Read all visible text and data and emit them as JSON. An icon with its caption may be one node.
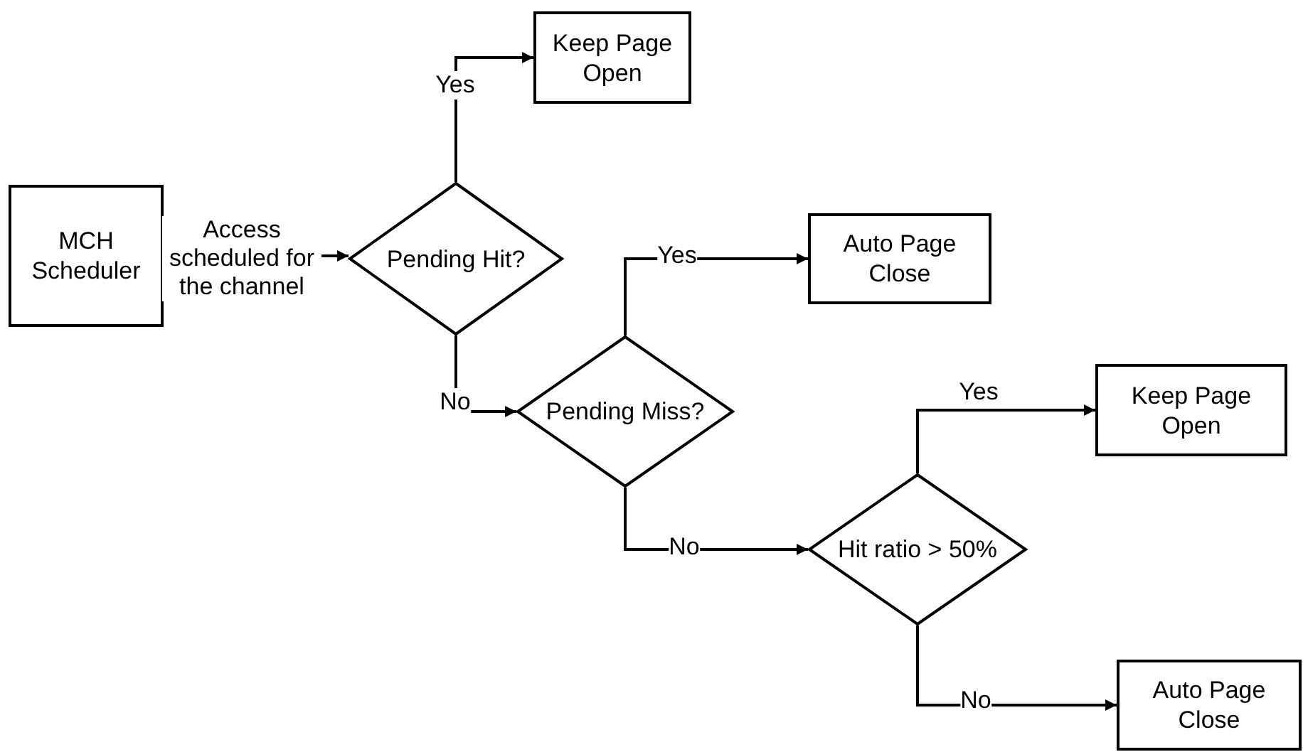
{
  "diagram": {
    "nodes": [
      {
        "text": [
          "MCH Scheduler"
        ]
      },
      {
        "text": [
          "Pending Hit?"
        ]
      },
      {
        "text": [
          "Keep Page Open"
        ]
      },
      {
        "text": [
          "Pending Miss?"
        ]
      },
      {
        "text": [
          "Auto Page Close"
        ]
      },
      {
        "text": [
          "Hit ratio > 50%"
        ]
      },
      {
        "text": [
          "Keep Page Open"
        ]
      },
      {
        "text": [
          "Auto Page Close"
        ]
      }
    ],
    "edges": [
      {
        "from": 0,
        "to": 1,
        "arrow": "to",
        "label": "Access scheduled for the channel"
      },
      {
        "from": 1,
        "to": 2,
        "arrow": "to",
        "label": "Yes"
      },
      {
        "from": 1,
        "to": 3,
        "arrow": "to",
        "label": "No"
      },
      {
        "from": 3,
        "to": 4,
        "arrow": "to",
        "label": "Yes"
      },
      {
        "from": 3,
        "to": 5,
        "arrow": "to",
        "label": "No"
      },
      {
        "from": 5,
        "to": 6,
        "arrow": "to",
        "label": "Yes"
      },
      {
        "from": 5,
        "to": 7,
        "arrow": "to",
        "label": "No"
      }
    ]
  }
}
